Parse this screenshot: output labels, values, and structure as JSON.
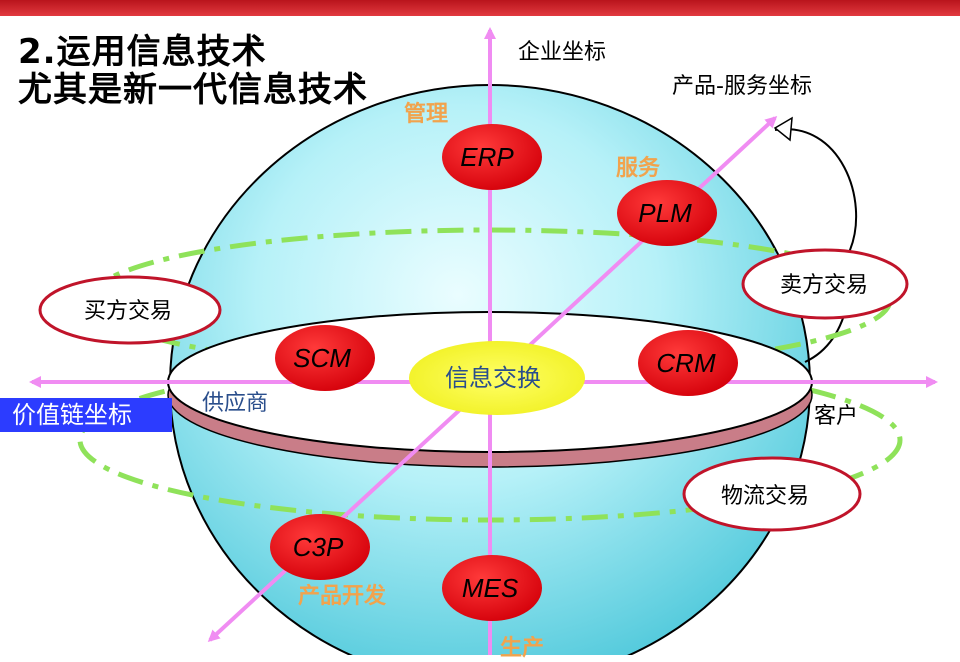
{
  "title": {
    "line1": "2.运用信息技术",
    "line2": "尤其是新一代信息技术"
  },
  "axes": {
    "enterprise": "企业坐标",
    "product_service": "产品-服务坐标",
    "value_chain": "价值链坐标"
  },
  "nodes": {
    "erp": "ERP",
    "plm": "PLM",
    "scm": "SCM",
    "crm": "CRM",
    "c3p": "C3P",
    "mes": "MES",
    "center": "信息交换"
  },
  "orange_labels": {
    "management": "管理",
    "service": "服务",
    "product_dev": "产品开发",
    "production": "生产"
  },
  "side_labels": {
    "supplier": "供应商",
    "customer": "客户"
  },
  "trades": {
    "buyer": "买方交易",
    "seller": "卖方交易",
    "logistics": "物流交易"
  },
  "colors": {
    "sphere_top": "#d9fbff",
    "sphere_bottom": "#5fd2e2",
    "arrow": "#f08cf2",
    "node_red": "#ee0d12",
    "center_yellow": "#ffff33",
    "dash_green": "#8fe25a",
    "value_chain_bg": "#2c3cff",
    "top_bar": "#c8161d"
  }
}
